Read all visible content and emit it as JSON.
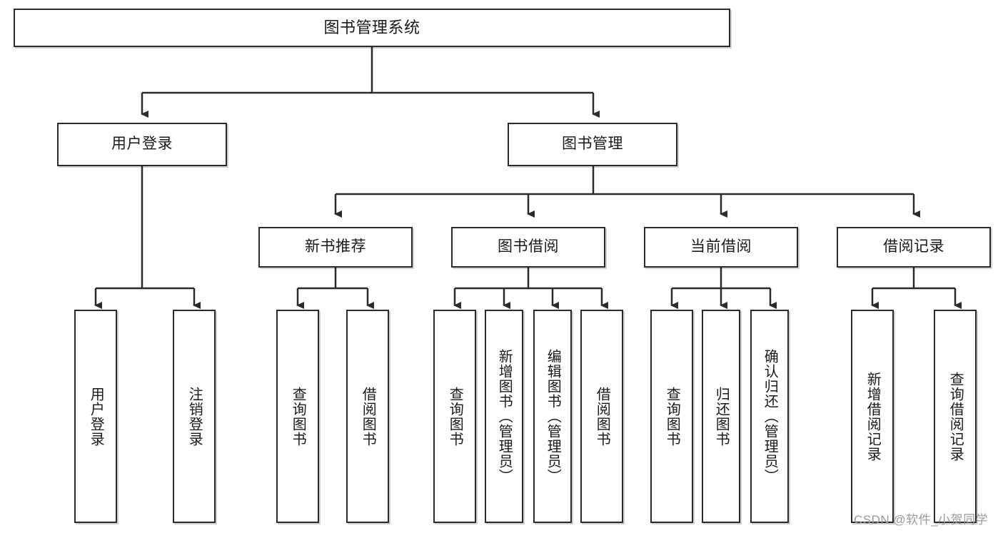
{
  "diagram": {
    "title": "图书管理系统",
    "type": "hierarchy-tree",
    "nodes": {
      "root": {
        "label": "图书管理系统"
      },
      "level2": [
        {
          "id": "user-login",
          "label": "用户登录"
        },
        {
          "id": "book-manage",
          "label": "图书管理"
        }
      ],
      "level3": [
        {
          "id": "new-book-recommend",
          "label": "新书推荐"
        },
        {
          "id": "book-borrow",
          "label": "图书借阅"
        },
        {
          "id": "current-borrow",
          "label": "当前借阅"
        },
        {
          "id": "borrow-record",
          "label": "借阅记录"
        }
      ],
      "leaves": {
        "user_login": [
          {
            "id": "leaf-user-login",
            "label": "用户登录"
          },
          {
            "id": "leaf-user-logout",
            "label": "注销登录"
          }
        ],
        "new_book_recommend": [
          {
            "id": "leaf-query-book-1",
            "label": "查询图书"
          },
          {
            "id": "leaf-borrow-book-1",
            "label": "借阅图书"
          }
        ],
        "book_borrow": [
          {
            "id": "leaf-query-book-2",
            "label": "查询图书"
          },
          {
            "id": "leaf-add-book",
            "label": "新增图书（管理员）"
          },
          {
            "id": "leaf-edit-book",
            "label": "编辑图书（管理员）"
          },
          {
            "id": "leaf-borrow-book-2",
            "label": "借阅图书"
          }
        ],
        "current_borrow": [
          {
            "id": "leaf-query-book-3",
            "label": "查询图书"
          },
          {
            "id": "leaf-return-book",
            "label": "归还图书"
          },
          {
            "id": "leaf-confirm-return",
            "label": "确认归还（管理员）"
          }
        ],
        "borrow_record": [
          {
            "id": "leaf-add-record",
            "label": "新增借阅记录"
          },
          {
            "id": "leaf-query-record",
            "label": "查询借阅记录"
          }
        ]
      }
    },
    "watermark": "CSDN @软件_小贺同学",
    "colors": {
      "stroke": "#2b2b2b",
      "fill": "#ffffff",
      "text": "#1a1a1a",
      "watermark": "#9a9a9a"
    }
  }
}
